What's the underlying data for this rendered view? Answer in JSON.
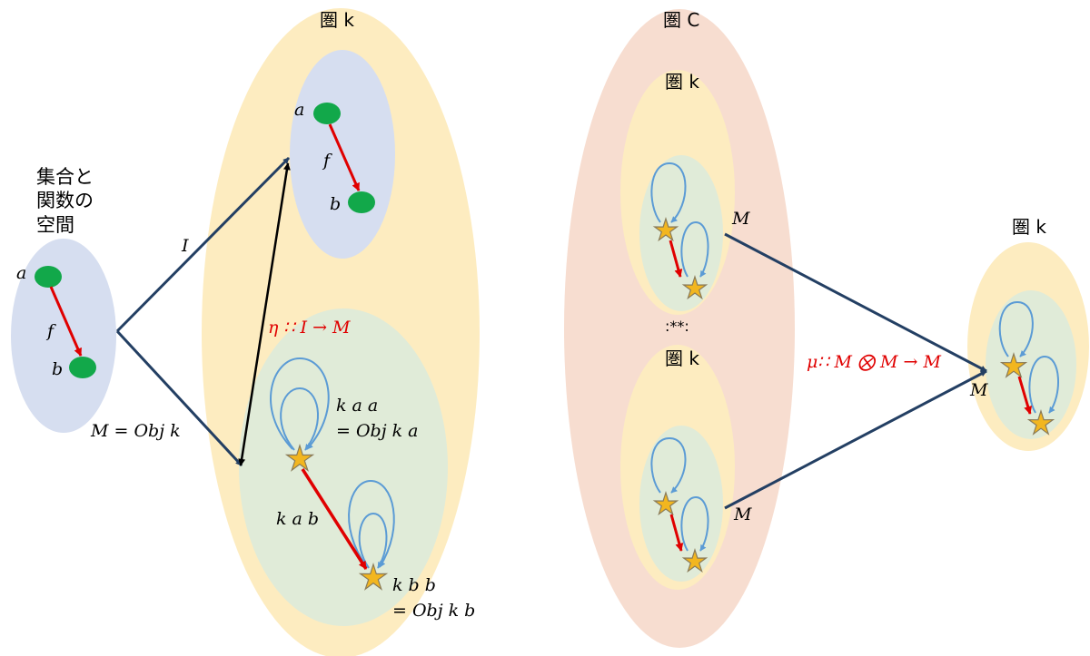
{
  "colors": {
    "category_fill": "#fdecc0",
    "cat_c_fill": "#f7ddd0",
    "set_fill": "#d6def0",
    "monad_fill": "#e0ebd8",
    "arrow_navy": "#233f63",
    "arrow_black": "#000000",
    "arrow_red": "#e00000",
    "loop_blue": "#5b9bd5",
    "dot_green": "#12a84a",
    "star_fill": "#f2b61f",
    "star_stroke": "#8a7b58"
  },
  "icons": {
    "object_dot": "green-dot-icon",
    "object_star": "star-icon",
    "self_loop": "loop-arrow-icon"
  },
  "set_space": {
    "title": "集合と\n関数の\n空間",
    "a": "a",
    "f": "f",
    "b": "b"
  },
  "left_category": {
    "title": "圏 k",
    "a": "a",
    "f": "f",
    "b": "b",
    "kaa": "k a a\n= Obj k a",
    "kab": "k a b",
    "kbb": "k b b\n= Obj k b"
  },
  "arrows": {
    "I": "I",
    "M_eq": "M = Obj k",
    "eta": "η ∷ I → M",
    "mu": "μ∷ M ⨂ M → M"
  },
  "category_c": {
    "title": "圏 C",
    "top_title": "圏 k",
    "bottom_title": "圏 k",
    "top_M": "M",
    "bottom_M": "M",
    "tensor": ":**:"
  },
  "right_category": {
    "title": "圏 k",
    "M": "M"
  }
}
